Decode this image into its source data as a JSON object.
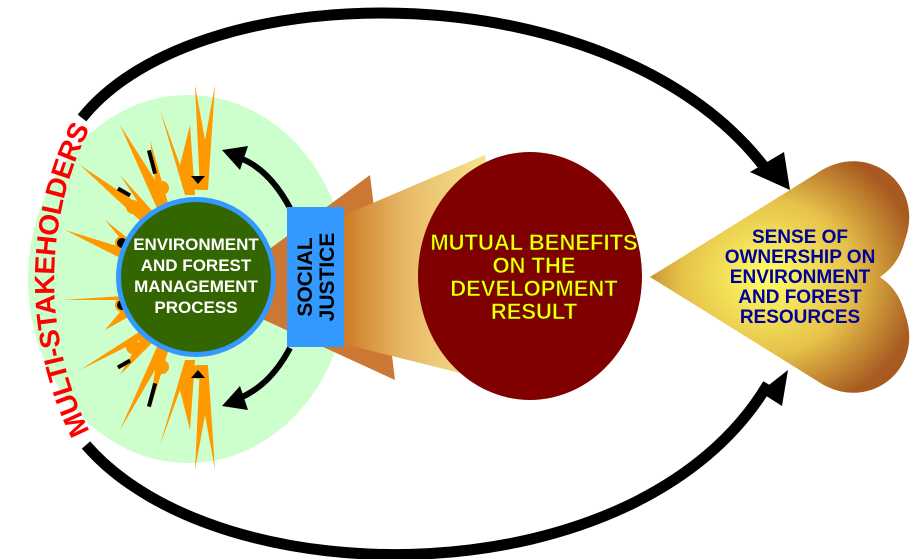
{
  "diagram": {
    "outer_label": "MULTI-STAKEHOLDERS",
    "core": {
      "lines": [
        "ENVIRONMENT",
        "AND FOREST",
        "MANAGEMENT",
        "PROCESS"
      ]
    },
    "social_justice": {
      "lines": [
        "SOCIAL",
        "JUSTICE"
      ]
    },
    "benefits": {
      "lines": [
        "MUTUAL BENEFITS",
        "ON THE",
        "DEVELOPMENT",
        "RESULT"
      ]
    },
    "ownership": {
      "lines": [
        "SENSE OF",
        "OWNERSHIP ON",
        "ENVIRONMENT",
        "AND FOREST",
        "RESOURCES"
      ]
    },
    "icons": {
      "people": "people-circle-icon",
      "cycle_top": "curved-arrow-up-icon",
      "cycle_bottom": "curved-arrow-down-icon",
      "flow_top": "curved-arrow-right-icon",
      "flow_bottom": "curved-arrow-right-icon"
    },
    "colors": {
      "outer_label": "#ff0000",
      "halo": "#ccffcc",
      "core_fill": "#336600",
      "core_ring": "#3399ff",
      "people": "#ff9900",
      "social_justice_box": "#3399ff",
      "benefits_fill": "#800000",
      "benefits_text": "#ffff00",
      "ownership_text": "#000099",
      "arrows": "#000000"
    }
  }
}
